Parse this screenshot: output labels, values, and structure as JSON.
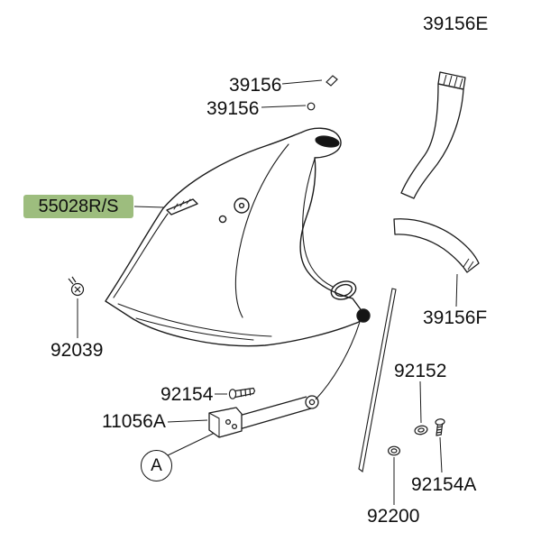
{
  "diagram": {
    "background_color": "#ffffff",
    "line_color": "#1b1b1b",
    "highlight_color": "#9dbd7e",
    "labels": {
      "p39156e": "39156E",
      "p39156_top": "39156",
      "p39156_bottom": "39156",
      "p55028rs": "55028R/S",
      "p92039": "92039",
      "p92154": "92154",
      "p11056a": "11056A",
      "p39156f": "39156F",
      "p92152": "92152",
      "p92154a": "92154A",
      "p92200": "92200",
      "detail_a": "A"
    }
  }
}
